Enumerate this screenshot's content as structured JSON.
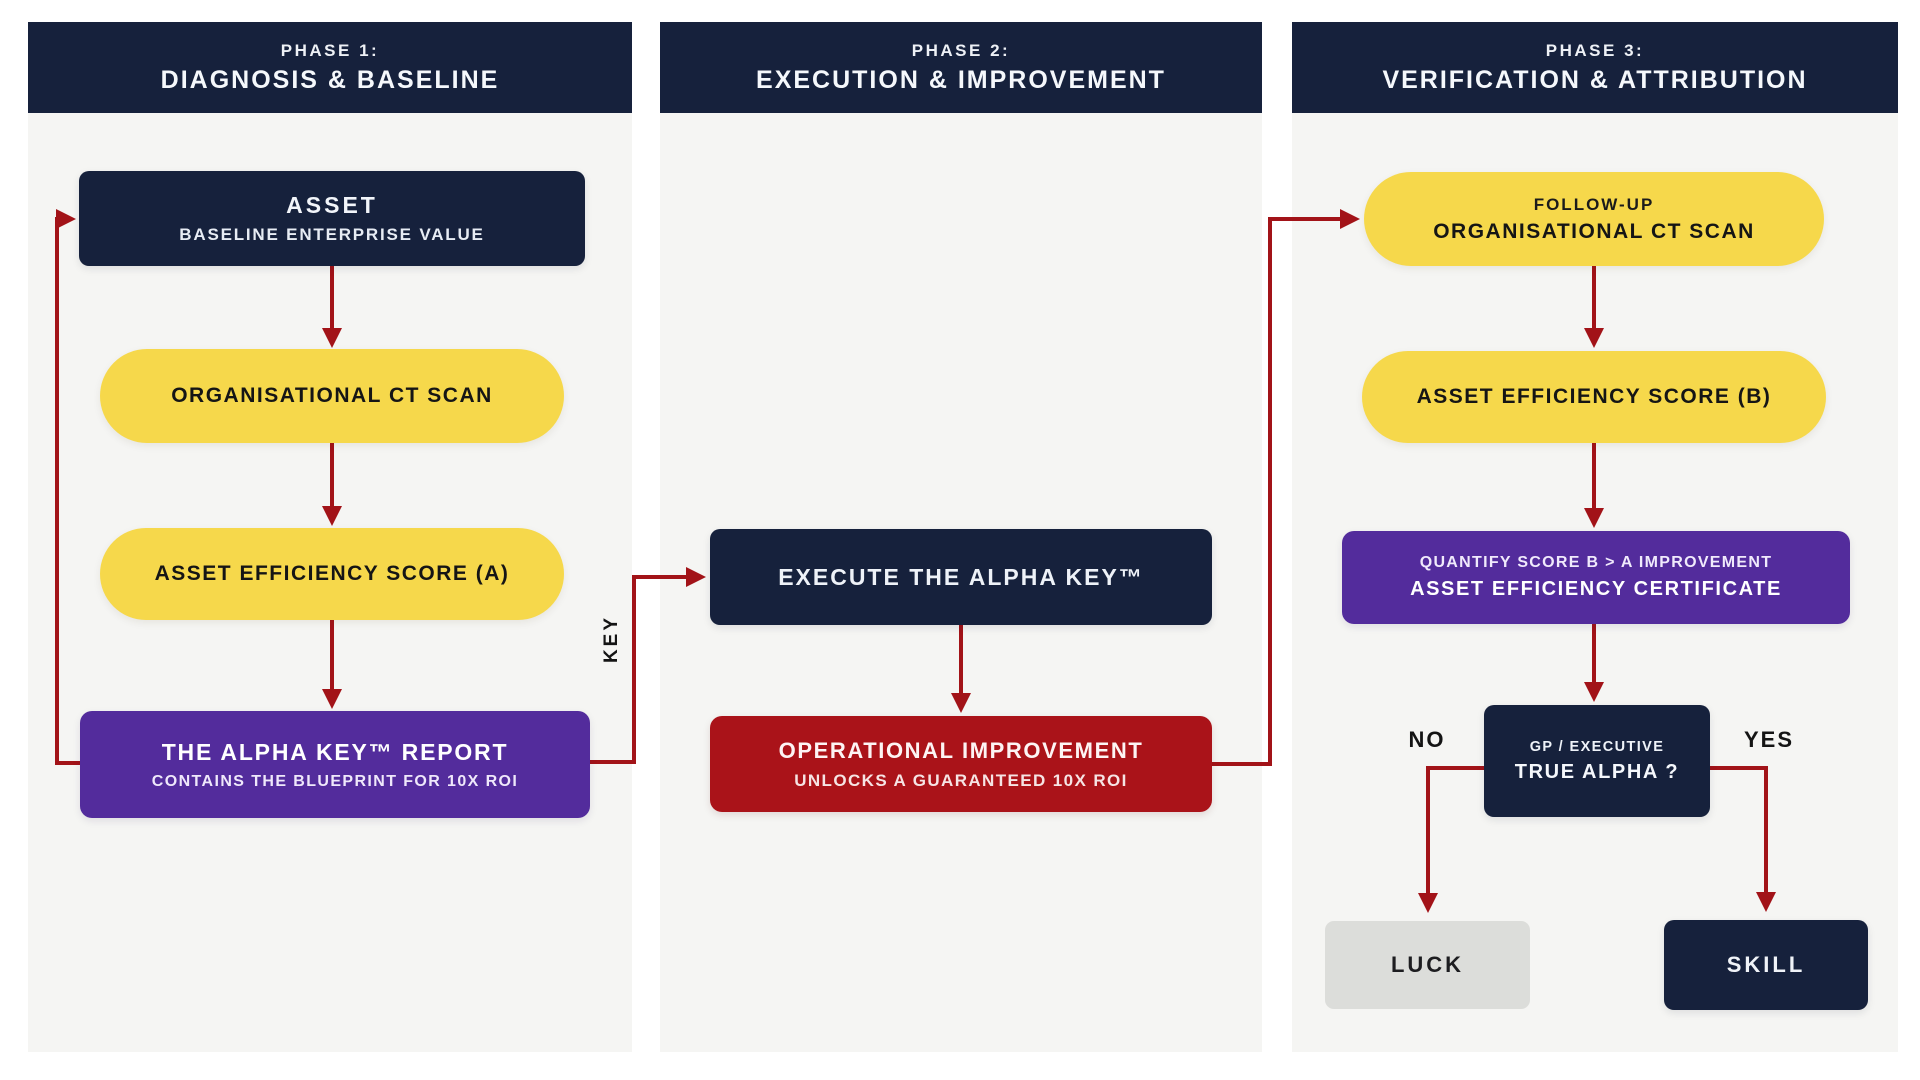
{
  "phases": [
    {
      "title_line1": "PHASE 1:",
      "title_line2": "DIAGNOSIS & BASELINE"
    },
    {
      "title_line1": "PHASE 2:",
      "title_line2": "EXECUTION & IMPROVEMENT"
    },
    {
      "title_line1": "PHASE 3:",
      "title_line2": "VERIFICATION & ATTRIBUTION"
    }
  ],
  "phase1": {
    "asset_box": {
      "title": "ASSET",
      "subtitle": "BASELINE ENTERPRISE VALUE"
    },
    "ct_scan_pill": {
      "label": "ORGANISATIONAL CT SCAN"
    },
    "score_a_pill": {
      "label": "ASSET EFFICIENCY SCORE (A)"
    },
    "report_box": {
      "title": "THE ALPHA KEY™ REPORT",
      "subtitle": "CONTAINS THE BLUEPRINT FOR 10X ROI"
    }
  },
  "phase2": {
    "key_connector_label": "KEY",
    "execute_box": {
      "label": "EXECUTE THE ALPHA KEY™"
    },
    "improvement_box": {
      "title": "OPERATIONAL IMPROVEMENT",
      "subtitle": "UNLOCKS A GUARANTEED 10X ROI"
    }
  },
  "phase3": {
    "followup_pill": {
      "line1": "FOLLOW-UP",
      "line2": "ORGANISATIONAL CT SCAN"
    },
    "score_b_pill": {
      "label": "ASSET EFFICIENCY SCORE (B)"
    },
    "certificate_box": {
      "line1": "QUANTIFY SCORE B > A IMPROVEMENT",
      "line2": "ASSET EFFICIENCY CERTIFICATE"
    },
    "decision_box": {
      "line1": "GP / EXECUTIVE",
      "line2": "TRUE ALPHA ?"
    },
    "no_label": "NO",
    "yes_label": "YES",
    "luck_box": {
      "label": "LUCK"
    },
    "skill_box": {
      "label": "SKILL"
    }
  },
  "colors": {
    "navy": "#16213c",
    "yellow": "#f6d84b",
    "purple": "#532c9c",
    "red_box": "#aa1319",
    "arrow_red": "#a21318",
    "luck_gray": "#dcddda",
    "column_bg": "#f5f5f3",
    "page_bg": "#ffffff"
  }
}
